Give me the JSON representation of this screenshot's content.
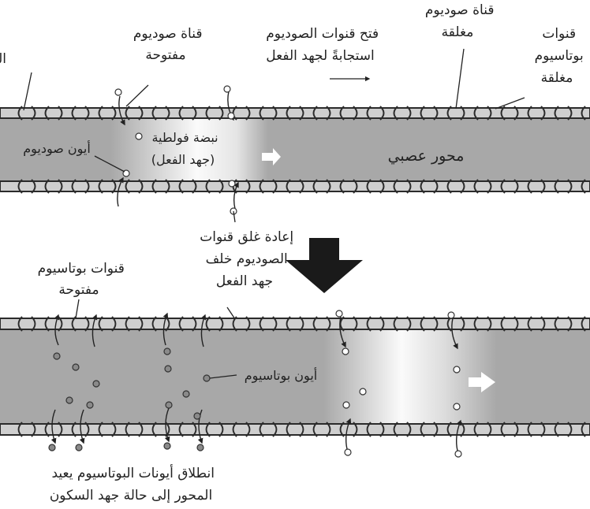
{
  "labels": {
    "membrane": "الغشاء",
    "open_na_channel": [
      "قناة صوديوم",
      "مفتوحة"
    ],
    "na_opening": [
      "فتح قنوات الصوديوم",
      "استجابةً لجهد الفعل"
    ],
    "closed_na_channel": [
      "قناة صوديوم",
      "مغلقة"
    ],
    "closed_k_channels": [
      "قنوات",
      "بوتاسيوم",
      "مغلقة"
    ],
    "voltage_pulse": [
      "نبضة فولطية",
      "(جهد الفعل)"
    ],
    "sodium_ion": "أيون صوديوم",
    "axon": "محور عصبي",
    "na_reclosing": [
      "إعادة غلق قنوات",
      "الصوديوم خلف",
      "جهد الفعل"
    ],
    "open_k_channels": [
      "قنوات بوتاسيوم",
      "مفتوحة"
    ],
    "potassium_ion": "أيون بوتاسيوم",
    "k_release": [
      "انطلاق أيونات البوتاسيوم يعيد",
      "المحور إلى حالة جهد السكون"
    ]
  },
  "colors": {
    "axon_fill": "#a8a8a8",
    "membrane_fill": "#cfcfcf",
    "channel_stroke": "#2b2b2b",
    "pulse_glow": "#ffffff",
    "na_ion_fill": "#ffffff",
    "k_ion_fill": "#8a8a8a",
    "big_arrow": "#1a1a1a"
  },
  "icons": {
    "direction_arrow": "white-right-arrow-icon",
    "transition_arrow": "black-down-arrow-icon",
    "ion_flow_arrow": "curved-arrow-icon"
  }
}
